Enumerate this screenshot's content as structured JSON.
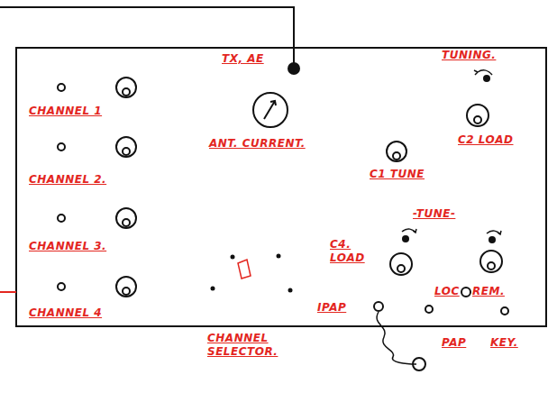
{
  "diagram": {
    "labels": [
      "TX, AE",
      "TUNING.",
      "ANT. CURRENT.",
      "C2 LOAD",
      "CHANNEL 1",
      "C1 TUNE",
      "CHANNEL 2.",
      "-TUNE-",
      "CHANNEL 3.",
      "C4. LOAD",
      "LOC",
      "REM.",
      "CHANNEL 4",
      "IPAP",
      "PAP",
      "KEY.",
      "CHANNEL SELECTOR."
    ]
  }
}
